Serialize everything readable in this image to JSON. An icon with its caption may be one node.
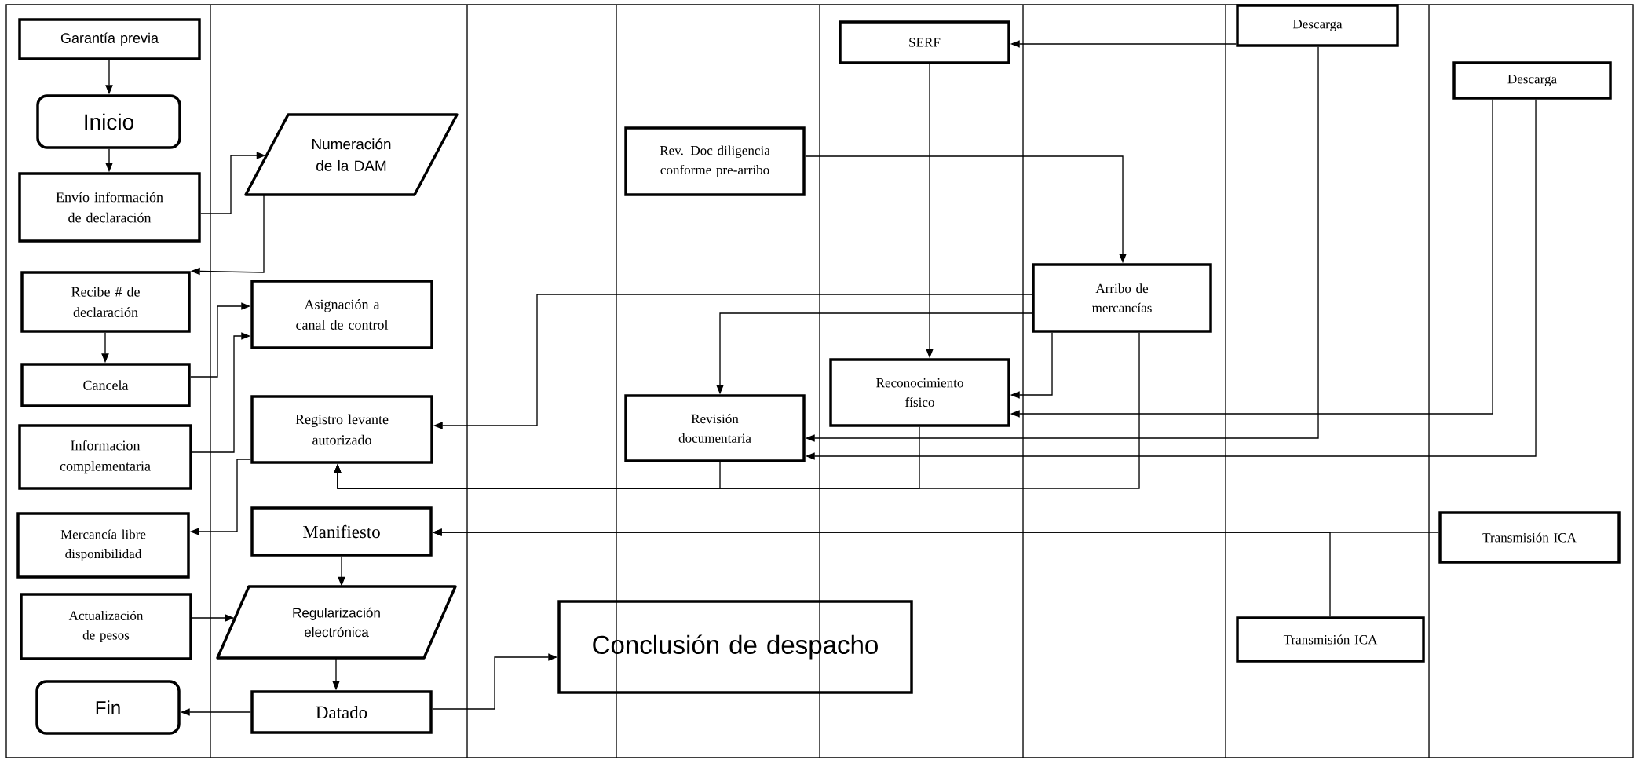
{
  "diagram": {
    "nodes": [
      {
        "text": [
          "Garantía previa"
        ]
      },
      {
        "text": [
          "Inicio"
        ]
      },
      {
        "text": [
          "Envío información de declaración"
        ]
      },
      {
        "text": [
          "Numeración de la DAM"
        ]
      },
      {
        "text": [
          "Recibe # de declaración"
        ]
      },
      {
        "text": [
          "Asignación a canal de control"
        ]
      },
      {
        "text": [
          "Cancela"
        ]
      },
      {
        "text": [
          "Registro levante autorizado"
        ]
      },
      {
        "text": [
          "Informacion complementaria"
        ]
      },
      {
        "text": [
          "Mercancía libre disponibilidad"
        ]
      },
      {
        "text": [
          "Manifiesto"
        ]
      },
      {
        "text": [
          "Actualización de pesos"
        ]
      },
      {
        "text": [
          "Regularización electrónica"
        ]
      },
      {
        "text": [
          "Fin"
        ]
      },
      {
        "text": [
          "Datado"
        ]
      },
      {
        "text": [
          "Conclusión de despacho"
        ]
      },
      {
        "text": [
          "SERF"
        ]
      },
      {
        "text": [
          "Descarga"
        ]
      },
      {
        "text": [
          "Descarga"
        ]
      },
      {
        "text": [
          "Rev. Doc diligencia conforme pre-arribo"
        ]
      },
      {
        "text": [
          "Arribo de mercancías"
        ]
      },
      {
        "text": [
          "Reconocimiento físico"
        ]
      },
      {
        "text": [
          "Revisión documentaria"
        ]
      },
      {
        "text": [
          "Transmisión ICA"
        ]
      },
      {
        "text": [
          "Transmisión ICA"
        ]
      }
    ],
    "edges": [
      {
        "from": 0,
        "to": 1,
        "arrow": "to"
      },
      {
        "from": 1,
        "to": 2,
        "arrow": "to"
      },
      {
        "from": 2,
        "to": 3,
        "arrow": "to"
      },
      {
        "from": 3,
        "to": 4,
        "arrow": "to"
      },
      {
        "from": 4,
        "to": 6,
        "arrow": "to"
      },
      {
        "from": 6,
        "to": 5,
        "arrow": "to"
      },
      {
        "from": 8,
        "to": 5,
        "arrow": "to"
      },
      {
        "from": 7,
        "to": 9,
        "arrow": "to"
      },
      {
        "from": 20,
        "to": 7,
        "arrow": "to"
      },
      {
        "from": 20,
        "to": 7,
        "arrow": "to"
      },
      {
        "from": 22,
        "to": 7,
        "arrow": "to"
      },
      {
        "from": 21,
        "to": 7,
        "arrow": "to"
      },
      {
        "from": 19,
        "to": 20,
        "arrow": "to"
      },
      {
        "from": 20,
        "to": 22,
        "arrow": "to"
      },
      {
        "from": 20,
        "to": 21,
        "arrow": "to"
      },
      {
        "from": 16,
        "to": 21,
        "arrow": "to"
      },
      {
        "from": 17,
        "to": 16,
        "arrow": "to"
      },
      {
        "from": 17,
        "to": 22,
        "arrow": "to"
      },
      {
        "from": 18,
        "to": 21,
        "arrow": "to"
      },
      {
        "from": 18,
        "to": 22,
        "arrow": "to"
      },
      {
        "from": 23,
        "to": 10,
        "arrow": "to"
      },
      {
        "from": 24,
        "to": 10,
        "arrow": "to"
      },
      {
        "from": 10,
        "to": 12,
        "arrow": "to"
      },
      {
        "from": 11,
        "to": 12,
        "arrow": "to"
      },
      {
        "from": 12,
        "to": 14,
        "arrow": "to"
      },
      {
        "from": 14,
        "to": 13,
        "arrow": "to"
      },
      {
        "from": 14,
        "to": 15,
        "arrow": "to"
      }
    ]
  }
}
